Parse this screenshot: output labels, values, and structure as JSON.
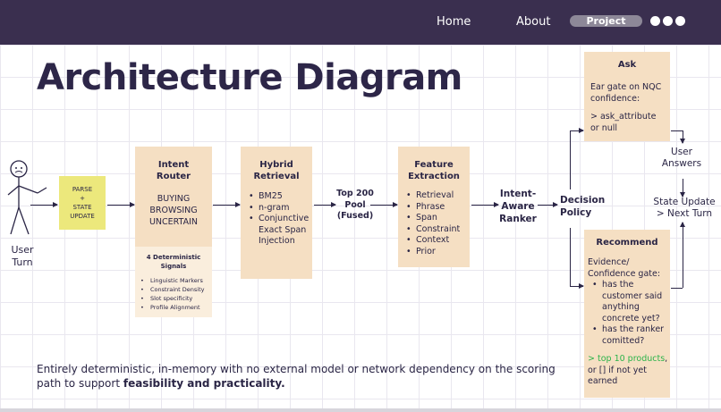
{
  "nav": {
    "home": "Home",
    "about": "About",
    "project": "Project"
  },
  "title": "Architecture Diagram",
  "user_turn": "User\nTurn",
  "parse_box": "PARSE\n+\nSTATE\nUPDATE",
  "intent_router": {
    "title": "Intent\nRouter",
    "states": "BUYING\nBROWSING\nUNCERTAIN",
    "signals_title": "4 Deterministic\nSignals",
    "signals": [
      "Linguistic Markers",
      "Constraint Density",
      "Slot specificity",
      "Profile Alignment"
    ]
  },
  "hybrid_retrieval": {
    "title": "Hybrid\nRetrieval",
    "items": [
      "BM25",
      "n-gram",
      "Conjunctive Exact Span Injection"
    ]
  },
  "top_pool": "Top 200\nPool\n(Fused)",
  "feature_extraction": {
    "title": "Feature\nExtraction",
    "items": [
      "Retrieval",
      "Phrase",
      "Span",
      "Constraint",
      "Context",
      "Prior"
    ]
  },
  "ranker": "Intent-\nAware\nRanker",
  "decision_policy": "Decision\nPolicy",
  "ask": {
    "title": "Ask",
    "line1": "Ear gate on NQC confidence:",
    "line2": "> ask_attribute or null"
  },
  "user_answers": "User\nAnswers",
  "state_update": "State Update\n> Next Turn",
  "recommend": {
    "title": "Recommend",
    "gate": "Evidence/\nConfidence gate:",
    "items": [
      "has the customer said anything concrete yet?",
      "has the ranker comitted?"
    ],
    "result_green": "> top 10 products",
    "result_rest": ",\nor [] if not yet earned"
  },
  "footer": {
    "normal": "Entirely deterministic, in-memory with no external model or network dependency on the scoring path to support ",
    "bold": "feasibility and practicality."
  },
  "colors": {
    "topbar": "#3a2f4f",
    "box_fill": "#f5dfc3",
    "parse_fill": "#ece87c",
    "text": "#2a2545",
    "highlight_green": "#2bb34a"
  }
}
